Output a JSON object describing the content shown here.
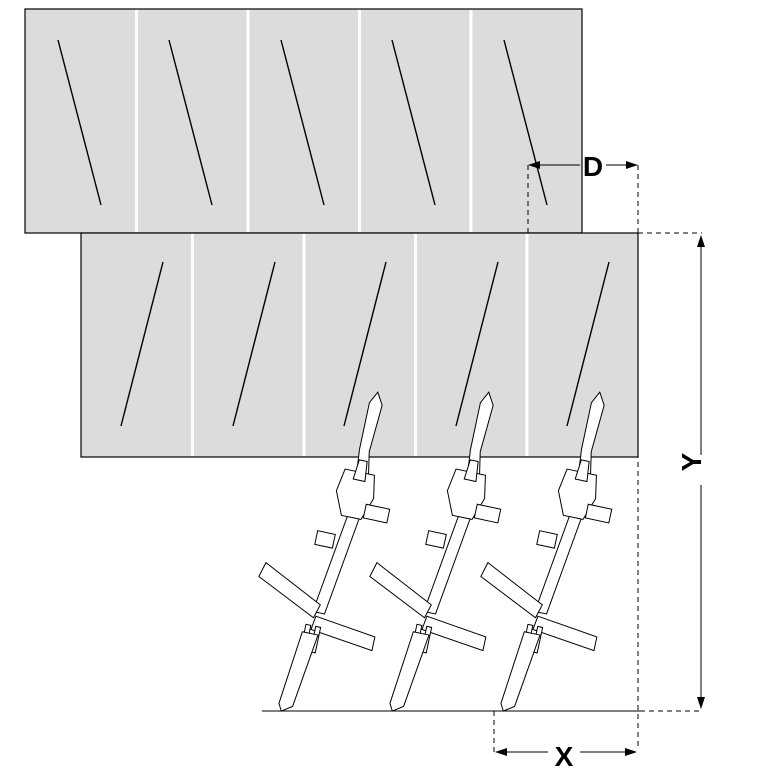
{
  "diagram": {
    "labels": {
      "d": "D",
      "x": "X",
      "y": "Y"
    },
    "colors": {
      "panel_fill": "#dcdcdc",
      "divider": "#ffffff",
      "lines": "#000000",
      "background": "#ffffff"
    },
    "top_row_cells": 5,
    "bottom_row_cells": 5,
    "terminal_count": 3
  }
}
